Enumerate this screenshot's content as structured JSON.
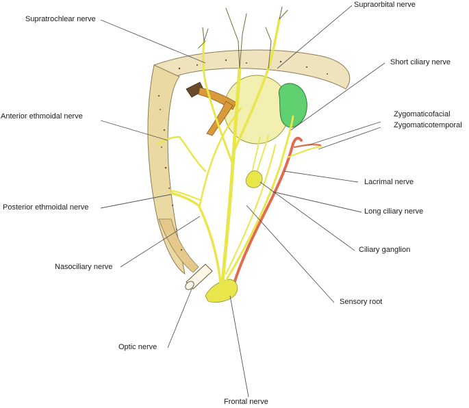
{
  "figure": {
    "labels": {
      "supratrochlear": "Supratrochlear nerve",
      "supraorbital": "Supraorbital nerve",
      "short_ciliary": "Short ciliary nerve",
      "zygomaticofacial": "Zygomaticofacial",
      "zygomaticotemporal": "Zygomaticotemporal",
      "anterior_ethmoidal": "Anterior ethmoidal nerve",
      "posterior_ethmoidal": "Posterior ethmoidal nerve",
      "lacrimal": "Lacrimal nerve",
      "long_ciliary": "Long ciliary nerve",
      "ciliary_ganglion": "Ciliary ganglion",
      "nasociliary": "Nasociliary nerve",
      "sensory_root": "Sensory root",
      "optic": "Optic nerve",
      "frontal": "Frontal nerve"
    },
    "colors": {
      "nerve": "#e8e64a",
      "nerve_outline": "#9a9a3c",
      "bone": "#e9d9a8",
      "artery": "#e36a4b",
      "gland": "#5fcf6f",
      "muscle": "#d99a3a",
      "eyeball": "#f3efb0",
      "ink": "#333333"
    }
  }
}
